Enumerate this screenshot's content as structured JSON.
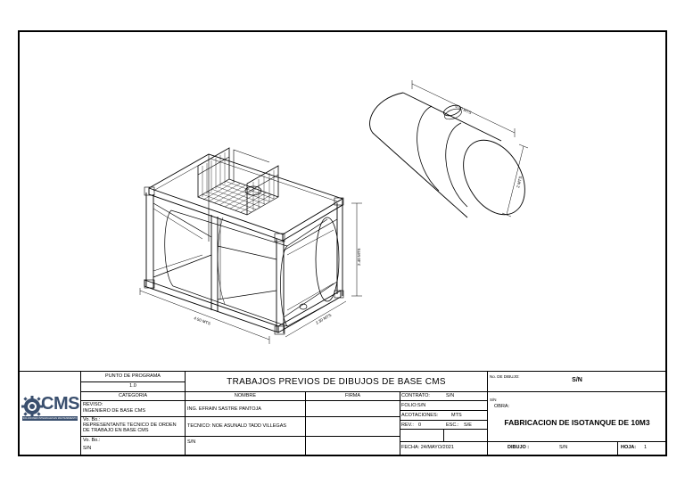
{
  "drawing": {
    "dims": {
      "frame_length": "4.50 MTS",
      "frame_width": "2.30 MTS",
      "frame_height": "2.40 MTS",
      "tank_length": "3.50 MTS",
      "tank_diameter": "2 MTS"
    }
  },
  "logo": {
    "text": "CMS",
    "tagline": "SOLUCIONES INTEGRALES EN MANTENIMIENTO"
  },
  "title_block": {
    "punto_programa_label": "PUNTO DE PROGRAMA",
    "punto_programa_value": "1.0",
    "categoria_label": "CATEGORIA",
    "nombre_label": "NOMBRE",
    "firma_label": "FIRMA",
    "main_title": "TRABAJOS PREVIOS DE DIBUJOS DE BASE CMS",
    "reviso_label": "REVISO:",
    "reviso_value": "INGENIERO DE BASE CMS",
    "ing_name": "ING. EFRAIN SASTRE PANTOJA",
    "vobo1_label": "Vo. Bo.:",
    "vobo1_value_1": "REPRESENTANTE TECNICO DE ORDEN",
    "vobo1_value_2": "DE TRABAJO EN BASE CMS",
    "tecnico_name": "TECNICO: NOE ASUNALD TADD VILLEGAS",
    "vobo2_label": "Vo. Bo.:",
    "vobo2_value": "S/N",
    "vobo2_nombre": "S/N",
    "contrato_label": "CONTRATO:",
    "contrato_value": "S/N",
    "folio": "FOLIO:S/N",
    "acotaciones_label": "ACOTACIONES:",
    "acotaciones_value": "MTS",
    "rev_label": "REV.:",
    "rev_value": "0",
    "esc_label": "ESC.:",
    "esc_value": "S/E",
    "fecha": "FECHA: 24/MAYO/2021",
    "no_dibujo_label": "No. DE DIBUJO:",
    "no_dibujo_value": "S/N",
    "sn_small": "S/N",
    "obra_label": "OBRA:",
    "obra_value": "FABRICACION DE ISOTANQUE DE 10M3",
    "dibujo_label": "DIBUJO :",
    "dibujo_value": "S/N",
    "hoja_label": "HOJA:",
    "hoja_value": "1"
  }
}
